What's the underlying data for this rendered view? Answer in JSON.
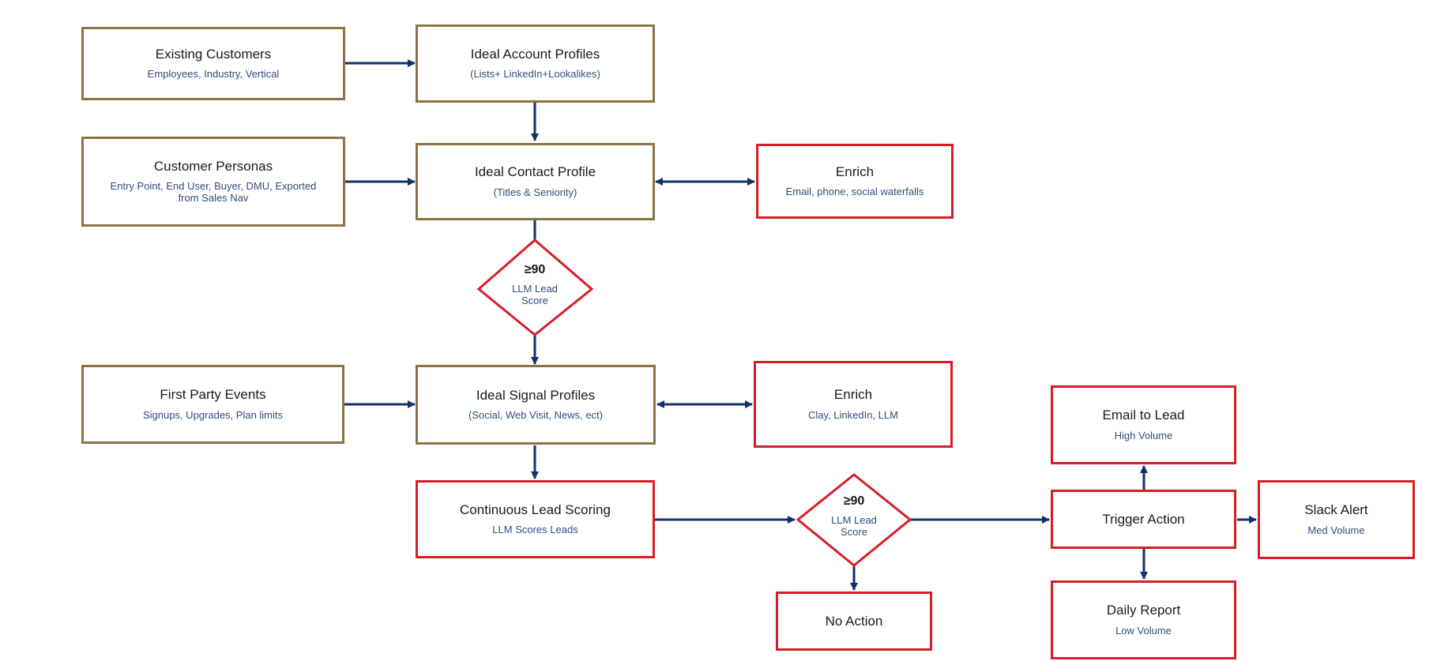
{
  "colors": {
    "connector": "#14306b",
    "gold_border": "#8a7443",
    "red_border": "#d71e28",
    "subtitle_text": "#2f4d7c"
  },
  "nodes": {
    "existing_customers": {
      "title": "Existing Customers",
      "subtitle": "Employees, Industry, Vertical"
    },
    "ideal_account_profiles": {
      "title": "Ideal Account Profiles",
      "subtitle": "(Lists+ LinkedIn+Lookalikes)"
    },
    "customer_personas": {
      "title": "Customer Personas",
      "subtitle_line1": "Entry Point, End User, Buyer, DMU, Exported",
      "subtitle_line2": "from Sales Nav"
    },
    "ideal_contact_profile": {
      "title": "Ideal Contact Profile",
      "subtitle": "(Titles & Seniority)"
    },
    "enrich_contact": {
      "title": "Enrich",
      "subtitle": "Email, phone, social waterfalls"
    },
    "first_party_events": {
      "title": "First Party Events",
      "subtitle": "Signups, Upgrades, Plan limits"
    },
    "ideal_signal_profiles": {
      "title": "Ideal Signal Profiles",
      "subtitle": "(Social, Web Visit, News, ect)"
    },
    "enrich_signal": {
      "title": "Enrich",
      "subtitle": "Clay, LinkedIn, LLM"
    },
    "continuous_lead_scoring": {
      "title": "Continuous Lead Scoring",
      "subtitle": "LLM Scores Leads"
    },
    "no_action": {
      "title": "No Action"
    },
    "email_to_lead": {
      "title": "Email to Lead",
      "subtitle": "High Volume"
    },
    "trigger_action": {
      "title": "Trigger Action"
    },
    "slack_alert": {
      "title": "Slack Alert",
      "subtitle": "Med Volume"
    },
    "daily_report": {
      "title": "Daily Report",
      "subtitle": "Low Volume"
    }
  },
  "decisions": {
    "contact_score": {
      "threshold": "≥90",
      "label_line1": "LLM Lead",
      "label_line2": "Score"
    },
    "lead_score": {
      "threshold": "≥90",
      "label_line1": "LLM Lead",
      "label_line2": "Score"
    }
  }
}
